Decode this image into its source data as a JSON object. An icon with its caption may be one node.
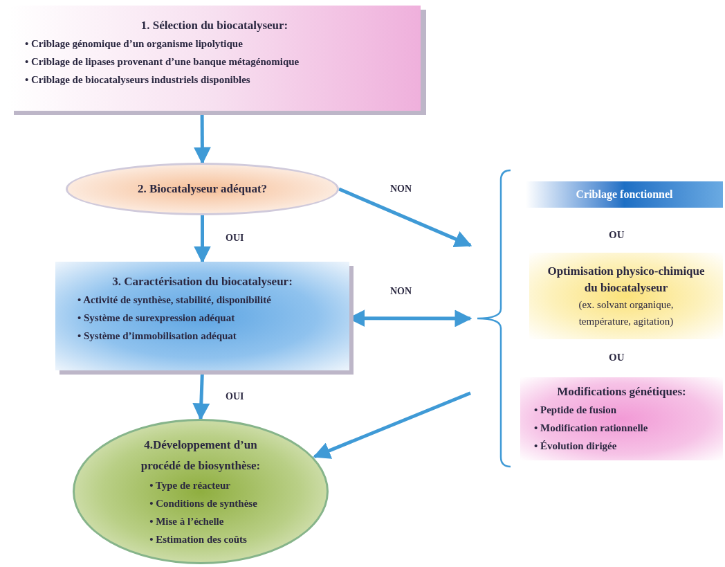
{
  "diagram": {
    "nodes": [
      {
        "text": [
          "1. Sélection du biocatalyseur:",
          "• Criblage génomique d’un organisme lipolytique",
          "• Criblage de lipases provenant d’une banque métagénomique",
          "• Criblage de biocatalyseurs industriels disponibles"
        ]
      },
      {
        "text": [
          "2. Biocatalyseur adéquat?"
        ]
      },
      {
        "text": [
          "3. Caractérisation du biocatalyseur:",
          "• Activité de synthèse, stabilité, disponibilité",
          "• Système de surexpression adéquat",
          "• Système d’immobilisation adéquat"
        ]
      },
      {
        "text": [
          "4.Développement d’un procédé de biosynthèse:",
          "• Type de réacteur",
          "• Conditions de synthèse",
          "• Mise à l’échelle",
          "• Estimation des coûts"
        ]
      },
      {
        "text": [],
        "shape": "bracket"
      },
      {
        "text": [
          "Criblage fonctionnel"
        ],
        "in": 4
      },
      {
        "text": [
          "Optimisation physico-chimique du biocatalyseur",
          "(ex. solvant organique, température, agitation)"
        ],
        "in": 4
      },
      {
        "text": [
          "Modifications génétiques:",
          "• Peptide de fusion",
          "• Modification rationnelle",
          "• Évolution dirigée"
        ],
        "in": 4
      }
    ],
    "edges": [
      {
        "from": 0,
        "to": 1,
        "arrow": "to"
      },
      {
        "from": 1,
        "to": 2,
        "arrow": "to",
        "label": "OUI"
      },
      {
        "from": 1,
        "to": 4,
        "arrow": "to",
        "label": "NON"
      },
      {
        "from": 2,
        "to": 4,
        "arrow": "both",
        "label": "NON"
      },
      {
        "from": 2,
        "to": 3,
        "arrow": "to",
        "label": "OUI"
      },
      {
        "from": 4,
        "to": 3,
        "arrow": "to"
      }
    ],
    "labels": [
      "OU",
      "OU"
    ]
  }
}
